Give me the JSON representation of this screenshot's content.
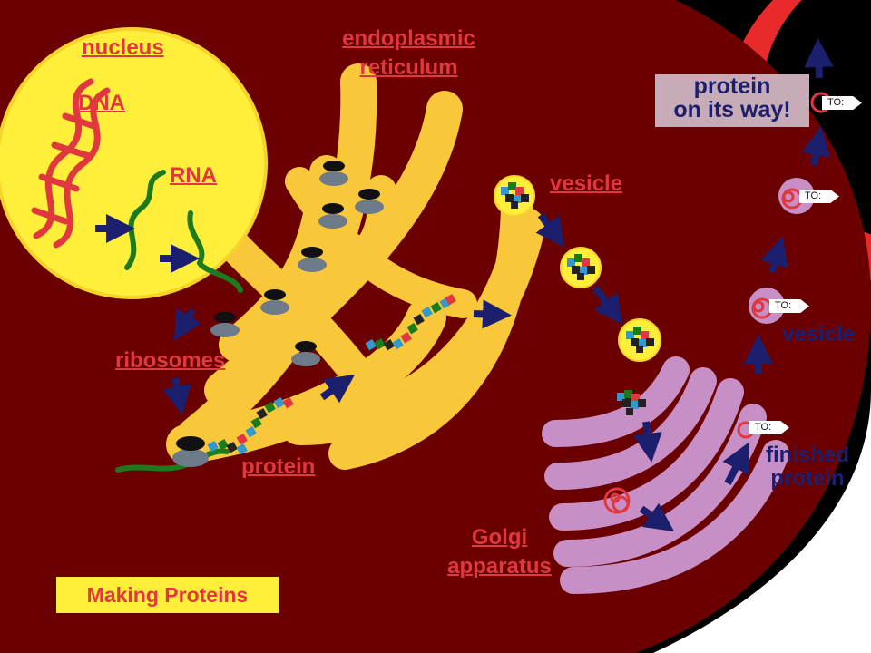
{
  "title": "Making Proteins",
  "labels": {
    "nucleus": "nucleus",
    "dna": "DNA",
    "rna": "RNA",
    "er_line1": "endoplasmic",
    "er_line2": "reticulum",
    "ribosomes": "ribosomes",
    "protein": "protein",
    "vesicle_top": "vesicle",
    "golgi_line1": "Golgi",
    "golgi_line2": "apparatus",
    "vesicle_right": "vesicle",
    "finished_line1": "finished",
    "finished_line2": "protein"
  },
  "callout": {
    "line1": "protein",
    "line2": "on its way!"
  },
  "tag_text": "TO:",
  "colors": {
    "cytoplasm": "#6a0000",
    "nucleus": "#ffef3b",
    "er": "#f9c73a",
    "golgi": "#c88fc6",
    "label_red": "#e0383e",
    "arrow_navy": "#1c1f6e",
    "cell_membrane_outer": "#e82a2a",
    "rna_green": "#1b7a1b"
  }
}
